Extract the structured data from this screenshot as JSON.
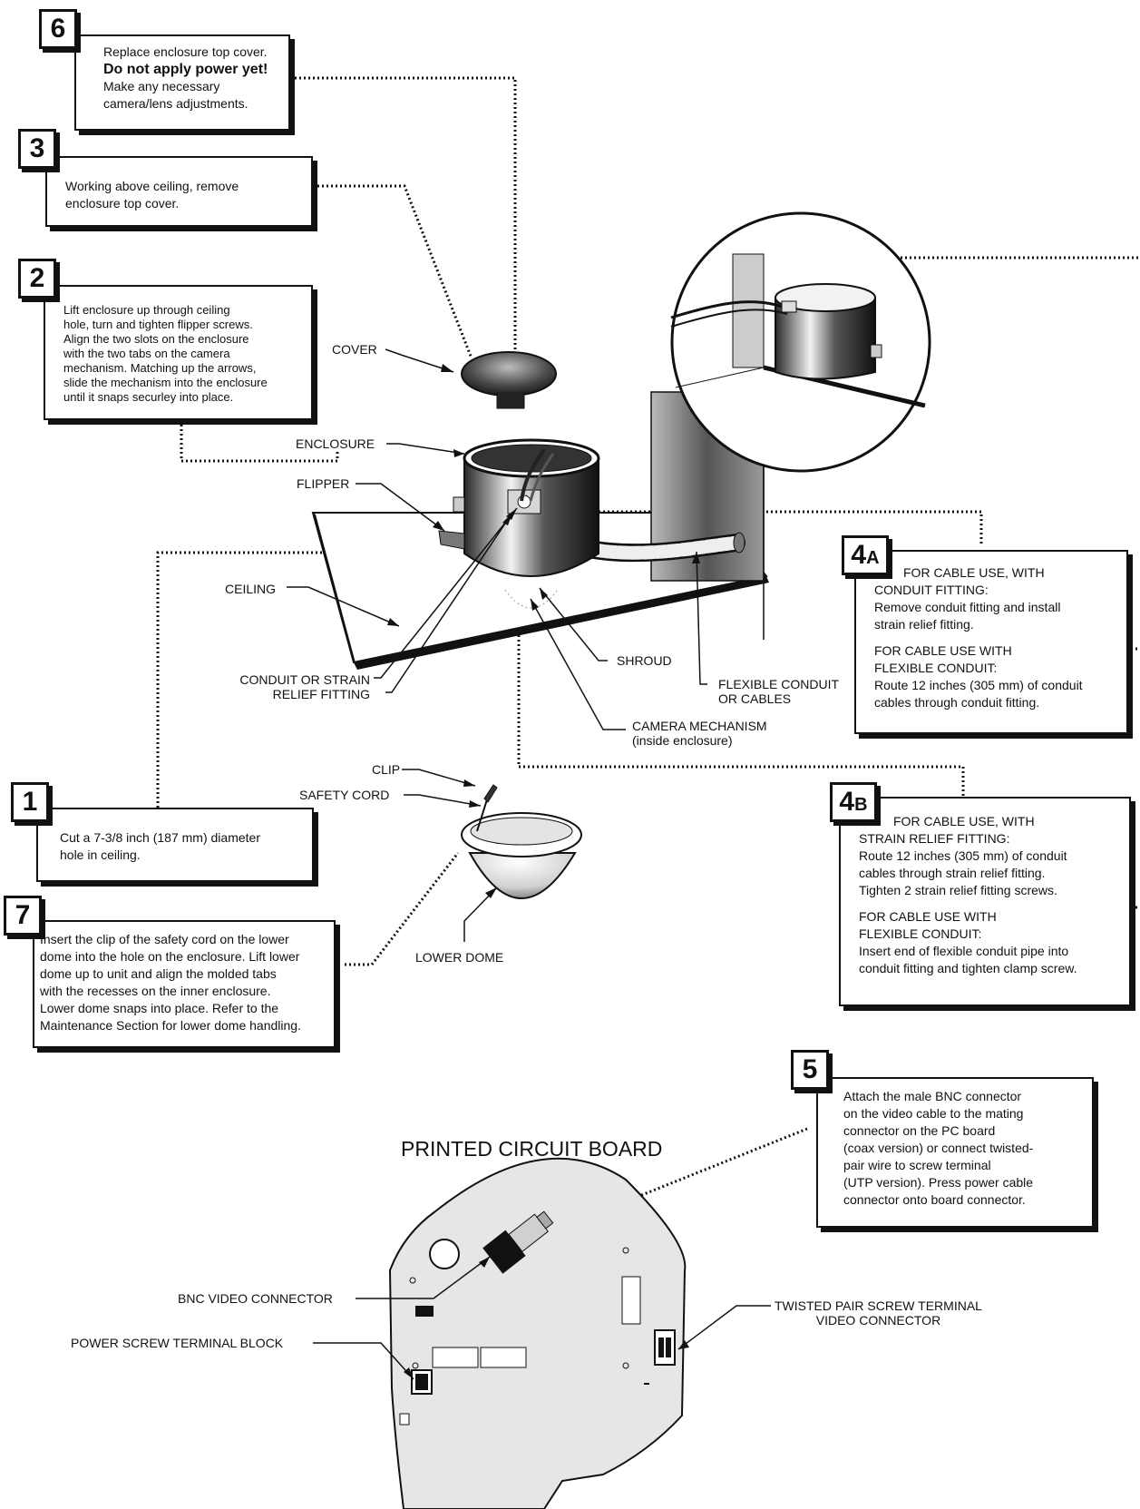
{
  "steps": {
    "s6": {
      "num": "6",
      "lines": [
        "Replace enclosure top cover."
      ],
      "strong": "Do not apply power yet!",
      "lines2": [
        "Make any necessary",
        "camera/lens adjustments."
      ]
    },
    "s3": {
      "num": "3",
      "lines": [
        "Working above ceiling, remove",
        "enclosure top cover."
      ]
    },
    "s2": {
      "num": "2",
      "lines": [
        "Lift enclosure up through ceiling",
        "hole, turn and tighten flipper screws.",
        "Align the two slots on the enclosure",
        "with the two tabs on the camera",
        "mechanism. Matching up the arrows,",
        "slide the mechanism into the enclosure",
        "until it snaps securley into place."
      ]
    },
    "s1": {
      "num": "1",
      "lines": [
        "Cut a 7-3/8 inch (187 mm) diameter",
        "hole in ceiling."
      ]
    },
    "s7": {
      "num": "7",
      "lines": [
        "Insert the clip of the safety cord on the lower",
        "dome into the hole on the enclosure. Lift lower",
        "dome up to unit and align the molded tabs",
        "with the recesses on the inner enclosure.",
        "Lower dome snaps into place. Refer to the",
        "Maintenance Section for lower dome handling."
      ]
    },
    "s4a": {
      "num": "4",
      "sub": "A",
      "lines": [
        "FOR CABLE USE, WITH",
        "CONDUIT FITTING:",
        "Remove conduit fitting and install",
        "strain relief fitting."
      ],
      "lines2": [
        "FOR CABLE USE WITH",
        "FLEXIBLE CONDUIT:",
        "Route 12 inches (305 mm) of conduit",
        "cables through conduit fitting."
      ]
    },
    "s4b": {
      "num": "4",
      "sub": "B",
      "lines": [
        "FOR CABLE USE, WITH",
        "STRAIN RELIEF FITTING:",
        "Route 12 inches (305 mm) of conduit",
        "cables through strain relief fitting.",
        "Tighten 2 strain relief fitting screws."
      ],
      "lines2": [
        "FOR CABLE USE WITH",
        "FLEXIBLE CONDUIT:",
        "Insert end of flexible conduit pipe into",
        "conduit fitting and tighten clamp screw."
      ]
    },
    "s5": {
      "num": "5",
      "lines": [
        "Attach the male BNC connector",
        "on the video cable to the mating",
        "connector on the PC board",
        "(coax version) or connect twisted-",
        "pair wire to screw terminal",
        "(UTP version). Press power cable",
        "connector onto board connector."
      ]
    }
  },
  "labels": {
    "cover": "COVER",
    "enclosure": "ENCLOSURE",
    "flipper": "FLIPPER",
    "ceiling": "CEILING",
    "conduit_strain": [
      "CONDUIT OR STRAIN",
      "RELIEF FITTING"
    ],
    "shroud": "SHROUD",
    "flexible_conduit": [
      "FLEXIBLE CONDUIT",
      "OR CABLES"
    ],
    "camera_mechanism": [
      "CAMERA MECHANISM",
      "(inside enclosure)"
    ],
    "clip": "CLIP",
    "safety_cord": "SAFETY CORD",
    "lower_dome": "LOWER DOME",
    "pcb_title": "PRINTED CIRCUIT BOARD",
    "bnc_video": "BNC VIDEO CONNECTOR",
    "power_terminal": "POWER SCREW TERMINAL BLOCK",
    "twisted_pair": [
      "TWISTED PAIR SCREW TERMINAL",
      "VIDEO CONNECTOR"
    ]
  },
  "colors": {
    "ink": "#111111",
    "shade": "#8a8a8a",
    "light": "#d9d9d9",
    "pcb": "#e6e6e6"
  }
}
